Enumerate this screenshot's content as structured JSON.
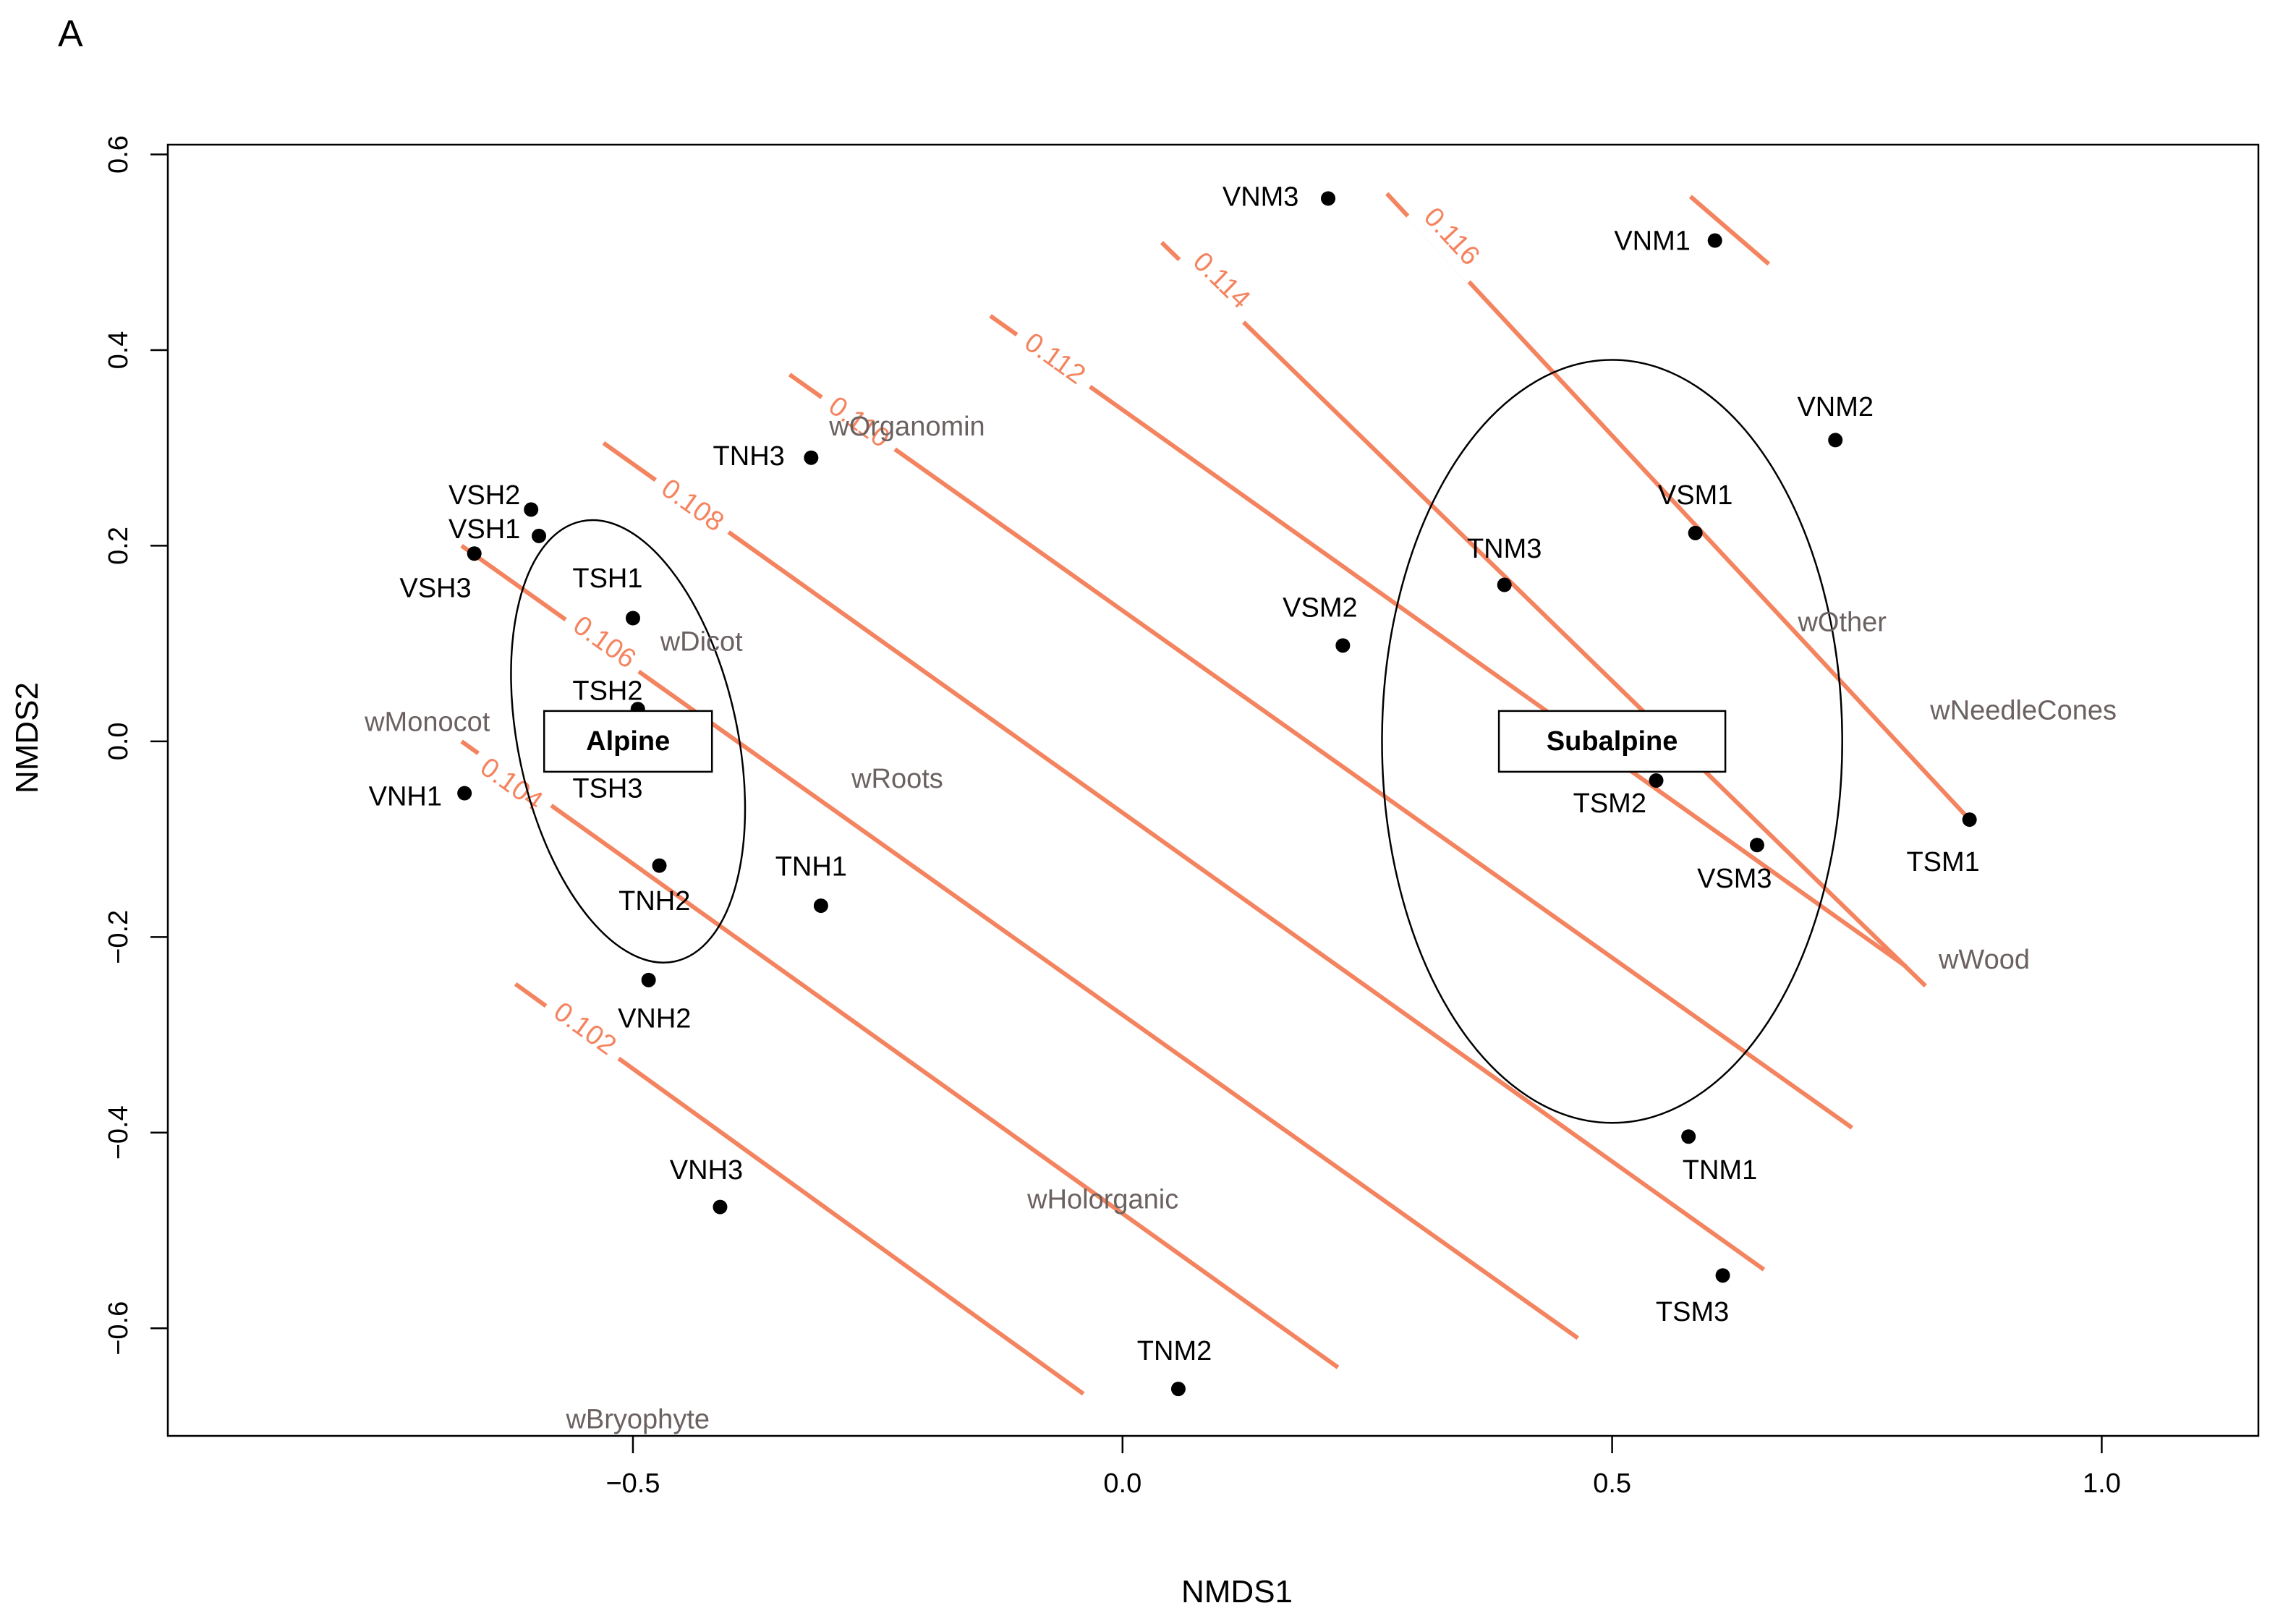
{
  "panel_label": "A",
  "chart_data": {
    "type": "scatter",
    "xlabel": "NMDS1",
    "ylabel": "NMDS2",
    "xlim": [
      -0.975,
      1.16
    ],
    "ylim": [
      -0.71,
      0.61
    ],
    "xticks": [
      -0.5,
      0.0,
      0.5,
      1.0
    ],
    "xtick_labels": [
      "−0.5",
      "0.0",
      "0.5",
      "1.0"
    ],
    "yticks": [
      -0.6,
      -0.4,
      -0.2,
      0.0,
      0.2,
      0.4,
      0.6
    ],
    "ytick_labels": [
      "−0.6",
      "−0.4",
      "−0.2",
      "0.0",
      "0.2",
      "0.4",
      "0.6"
    ],
    "grid": false,
    "point_color": "#000000",
    "contour_color": "#f4845f",
    "variable_color": "#6b6161",
    "points": [
      {
        "label": "VNM3",
        "x": 0.21,
        "y": 0.555,
        "anchor": "end",
        "lx": 0.18,
        "ly": 0.555
      },
      {
        "label": "VNM1",
        "x": 0.605,
        "y": 0.512,
        "anchor": "end",
        "lx": 0.58,
        "ly": 0.51
      },
      {
        "label": "VNM2",
        "x": 0.728,
        "y": 0.308,
        "anchor": "middle",
        "lx": 0.728,
        "ly": 0.34
      },
      {
        "label": "TNH3",
        "x": -0.318,
        "y": 0.29,
        "anchor": "end",
        "lx": -0.345,
        "ly": 0.29
      },
      {
        "label": "VSH2",
        "x": -0.604,
        "y": 0.237,
        "anchor": "end",
        "lx": -0.615,
        "ly": 0.25
      },
      {
        "label": "VSH1",
        "x": -0.596,
        "y": 0.21,
        "anchor": "end",
        "lx": -0.615,
        "ly": 0.215
      },
      {
        "label": "VSH3",
        "x": -0.662,
        "y": 0.192,
        "anchor": "end",
        "lx": -0.665,
        "ly": 0.155
      },
      {
        "label": "TSH1",
        "x": -0.5,
        "y": 0.126,
        "anchor": "end",
        "lx": -0.49,
        "ly": 0.165
      },
      {
        "label": "VSM1",
        "x": 0.585,
        "y": 0.213,
        "anchor": "middle",
        "lx": 0.585,
        "ly": 0.25
      },
      {
        "label": "TNM3",
        "x": 0.39,
        "y": 0.16,
        "anchor": "middle",
        "lx": 0.39,
        "ly": 0.195
      },
      {
        "label": "VSM2",
        "x": 0.225,
        "y": 0.098,
        "anchor": "end",
        "lx": 0.24,
        "ly": 0.135
      },
      {
        "label": "TSH2",
        "x": -0.495,
        "y": 0.033,
        "anchor": "end",
        "lx": -0.49,
        "ly": 0.05
      },
      {
        "label": "TSH3",
        "x": -0.495,
        "y": -0.005,
        "anchor": "end",
        "lx": -0.49,
        "ly": -0.05
      },
      {
        "label": "VNH1",
        "x": -0.672,
        "y": -0.053,
        "anchor": "end",
        "lx": -0.695,
        "ly": -0.058
      },
      {
        "label": "TSM2",
        "x": 0.545,
        "y": -0.04,
        "anchor": "end",
        "lx": 0.535,
        "ly": -0.065
      },
      {
        "label": "VSM3",
        "x": 0.648,
        "y": -0.106,
        "anchor": "middle",
        "lx": 0.625,
        "ly": -0.142
      },
      {
        "label": "TSM1",
        "x": 0.865,
        "y": -0.08,
        "anchor": "middle",
        "lx": 0.838,
        "ly": -0.125
      },
      {
        "label": "TNH2",
        "x": -0.473,
        "y": -0.127,
        "anchor": "middle",
        "lx": -0.478,
        "ly": -0.165
      },
      {
        "label": "TNH1",
        "x": -0.308,
        "y": -0.168,
        "anchor": "middle",
        "lx": -0.318,
        "ly": -0.13
      },
      {
        "label": "VNH2",
        "x": -0.484,
        "y": -0.244,
        "anchor": "middle",
        "lx": -0.478,
        "ly": -0.285
      },
      {
        "label": "TNM1",
        "x": 0.578,
        "y": -0.404,
        "anchor": "middle",
        "lx": 0.61,
        "ly": -0.44
      },
      {
        "label": "VNH3",
        "x": -0.411,
        "y": -0.476,
        "anchor": "middle",
        "lx": -0.425,
        "ly": -0.44
      },
      {
        "label": "TSM3",
        "x": 0.613,
        "y": -0.546,
        "anchor": "middle",
        "lx": 0.582,
        "ly": -0.585
      },
      {
        "label": "TNM2",
        "x": 0.057,
        "y": -0.662,
        "anchor": "middle",
        "lx": 0.053,
        "ly": -0.625
      }
    ],
    "variables": [
      {
        "label": "wOrganomin",
        "x": -0.22,
        "y": 0.32
      },
      {
        "label": "wDicot",
        "x": -0.43,
        "y": 0.1
      },
      {
        "label": "wMonocot",
        "x": -0.71,
        "y": 0.018
      },
      {
        "label": "wRoots",
        "x": -0.23,
        "y": -0.04
      },
      {
        "label": "wOther",
        "x": 0.735,
        "y": 0.12
      },
      {
        "label": "wNeedleCones",
        "x": 0.92,
        "y": 0.03
      },
      {
        "label": "wWood",
        "x": 0.88,
        "y": -0.225
      },
      {
        "label": "wHolorganic",
        "x": -0.02,
        "y": -0.47
      },
      {
        "label": "wBryophyte",
        "x": -0.495,
        "y": -0.695
      }
    ],
    "contours": [
      {
        "label": "0.102",
        "x1": -0.62,
        "y1": -0.248,
        "x2": -0.04,
        "y2": -0.667,
        "lx": -0.55,
        "ly": -0.295
      },
      {
        "label": "0.104",
        "x1": -0.675,
        "y1": 0.0,
        "x2": 0.22,
        "y2": -0.64,
        "lx": -0.625,
        "ly": -0.045
      },
      {
        "label": "0.106",
        "x1": -0.675,
        "y1": 0.2,
        "x2": 0.465,
        "y2": -0.61,
        "lx": -0.53,
        "ly": 0.1
      },
      {
        "label": "0.108",
        "x1": -0.53,
        "y1": 0.305,
        "x2": 0.655,
        "y2": -0.54,
        "lx": -0.44,
        "ly": 0.24
      },
      {
        "label": "0.110",
        "x1": -0.34,
        "y1": 0.375,
        "x2": 0.745,
        "y2": -0.395,
        "lx": -0.27,
        "ly": 0.325
      },
      {
        "label": "0.112",
        "x1": -0.135,
        "y1": 0.435,
        "x2": 0.8,
        "y2": -0.23,
        "lx": -0.07,
        "ly": 0.39
      },
      {
        "label": "0.114",
        "x1": 0.04,
        "y1": 0.51,
        "x2": 0.82,
        "y2": -0.25,
        "lx": 0.1,
        "ly": 0.47
      },
      {
        "label": "0.116",
        "x1": 0.27,
        "y1": 0.56,
        "x2": 0.865,
        "y2": -0.08,
        "lx": 0.335,
        "ly": 0.515
      },
      {
        "label": "",
        "x1": 0.58,
        "y1": 0.557,
        "x2": 0.66,
        "y2": 0.488,
        "lx": 0,
        "ly": 0
      }
    ],
    "groups": [
      {
        "label": "Alpine",
        "cx": -0.505,
        "cy": 0.0,
        "rx": 0.112,
        "ry": 0.23,
        "angle": 0.12,
        "bx": -0.505,
        "by": 0.0
      },
      {
        "label": "Subalpine",
        "cx": 0.5,
        "cy": 0.0,
        "rx": 0.235,
        "ry": 0.39,
        "angle": 0.0,
        "bx": 0.5,
        "by": 0.0
      }
    ]
  }
}
